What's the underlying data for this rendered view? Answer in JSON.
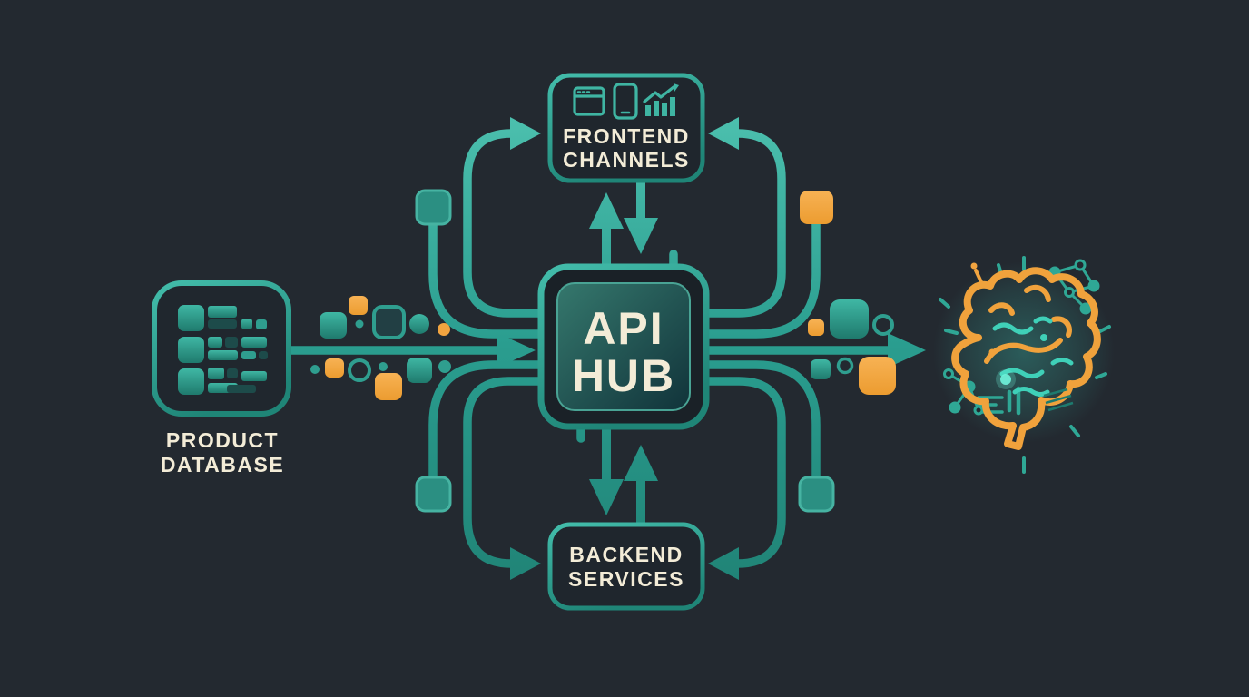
{
  "title": "API Hub integration diagram",
  "palette": {
    "background": "#232930",
    "teal": "#2a9d8f",
    "teal_bright": "#4cc2b0",
    "teal_dark": "#1d7a6e",
    "orange": "#f2a440",
    "cream_text": "#f3ecd7",
    "hub_fill_start": "#336f66",
    "hub_fill_end": "#12343a"
  },
  "nodes": {
    "product_database": {
      "label_line1": "PRODUCT",
      "label_line2": "DATABASE",
      "icon": "database-table-icon"
    },
    "frontend_channels": {
      "label_line1": "FRONTEND",
      "label_line2": "CHANNELS",
      "icons": [
        "browser-window-icon",
        "smartphone-icon",
        "growth-chart-icon"
      ]
    },
    "api_hub": {
      "label_line1": "API",
      "label_line2": "HUB"
    },
    "backend_services": {
      "label_line1": "BACKEND",
      "label_line2": "SERVICES"
    },
    "ai_engine": {
      "icon": "brain-icon"
    }
  },
  "connections": [
    {
      "from": "product-database",
      "to": "api-hub",
      "type": "arrow-right"
    },
    {
      "from": "api-hub",
      "to": "ai-engine",
      "type": "arrow-right"
    },
    {
      "from": "api-hub",
      "to": "frontend-channels",
      "type": "bidirectional-vertical"
    },
    {
      "from": "api-hub",
      "to": "backend-services",
      "type": "bidirectional-vertical"
    },
    {
      "from": "api-hub",
      "to": "frontend-channels",
      "type": "curved-trace-left"
    },
    {
      "from": "api-hub",
      "to": "frontend-channels",
      "type": "curved-trace-right"
    },
    {
      "from": "api-hub",
      "to": "backend-services",
      "type": "curved-trace-left"
    },
    {
      "from": "api-hub",
      "to": "backend-services",
      "type": "curved-trace-right"
    }
  ]
}
